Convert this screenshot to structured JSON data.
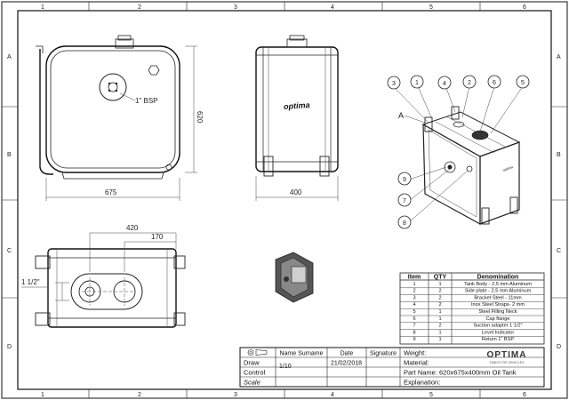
{
  "frame": {
    "columns_top": [
      "1",
      "2",
      "3",
      "4",
      "5",
      "6"
    ],
    "columns_bottom": [
      "1",
      "2",
      "3",
      "4",
      "5",
      "6"
    ],
    "rows": [
      "A",
      "B",
      "C",
      "D"
    ]
  },
  "front_view": {
    "port_label": "1\" BSP",
    "dim_height": "620",
    "dim_width": "675"
  },
  "side_view": {
    "brand_text": "optima",
    "dim_width": "400"
  },
  "top_view": {
    "dim_420": "420",
    "dim_170": "170",
    "dim_thread": "1 1/2\""
  },
  "iso_view": {
    "callouts": [
      "3",
      "1",
      "4",
      "2",
      "6",
      "5",
      "9",
      "7",
      "8"
    ],
    "section_letter": "A"
  },
  "bom": {
    "headers": [
      "Item",
      "QTY",
      "Denomination"
    ],
    "rows": [
      [
        "1",
        "1",
        "Tank Body - 2,5 mm Aluminum"
      ],
      [
        "2",
        "2",
        "Side plate - 2,5 mm Aluminum"
      ],
      [
        "3",
        "2",
        "Bracket Steel - 11mm"
      ],
      [
        "4",
        "2",
        "Inox Steel Straps- 2 mm"
      ],
      [
        "5",
        "1",
        "Steel Filling Neck"
      ],
      [
        "6",
        "1",
        "Cap flange"
      ],
      [
        "7",
        "2",
        "Suction adapter 1 1/2\""
      ],
      [
        "8",
        "1",
        "Level Indicator"
      ],
      [
        "9",
        "1",
        "Return 1\" BSP"
      ]
    ]
  },
  "title_block": {
    "name_header": "Name Surname",
    "date_header": "Date",
    "signature_header": "Signature",
    "draw_label": "Draw",
    "draw_scale": "1/10",
    "draw_date": "21/02/2018",
    "control_label": "Control",
    "scale_label": "Scale",
    "weight_label": "Weight:",
    "material_label": "Material:",
    "part_name_label": "Part Name:",
    "part_name_value": "620x675x400mm Oil Tank",
    "explanation_label": "Explanation:",
    "logo_text": "OPTIMA",
    "logo_tagline": "TANKS FOR VEHICLES"
  }
}
